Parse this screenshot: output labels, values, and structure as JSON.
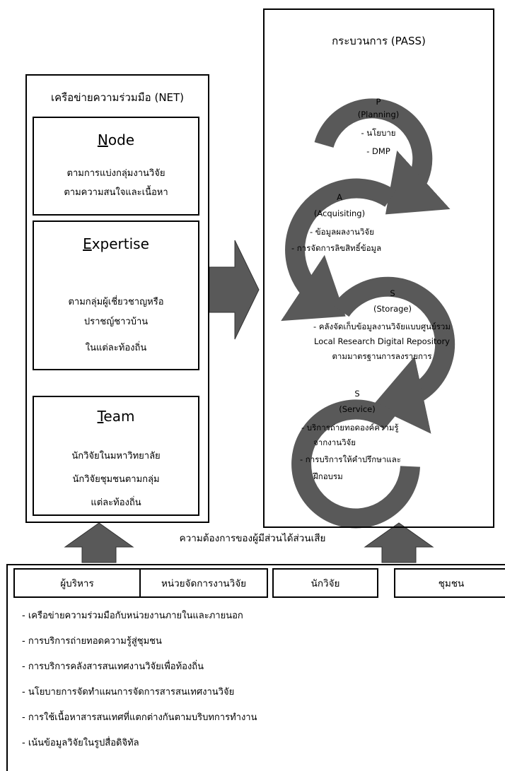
{
  "net": {
    "title": "เครือข่ายความร่วมมือ (NET)",
    "node": {
      "letter": "N",
      "rest": "ode",
      "lines": [
        "ตามการแบ่งกลุ่มงานวิจัย",
        "ตามความสนใจและเนื้อหา"
      ]
    },
    "expertise": {
      "letter": "E",
      "rest": "xpertise",
      "lines": [
        "ตามกลุ่มผู้เชี่ยวชาญหรือ",
        "ปราชญ์ชาวบ้าน",
        "ในแต่ละท้องถิ่น"
      ]
    },
    "team": {
      "letter": "T",
      "rest": "eam",
      "lines": [
        "นักวิจัยในมหาวิทยาลัย",
        "นักวิจัยชุมชนตามกลุ่ม",
        "แต่ละท้องถิ่น"
      ]
    }
  },
  "pass": {
    "title": "กระบวนการ (PASS)",
    "p": {
      "letter": "P",
      "name": "(Planning)",
      "items": [
        "- นโยบาย",
        "- DMP"
      ]
    },
    "a": {
      "letter": "A",
      "name": "(Acquisiting)",
      "items": [
        "- ข้อมูลผลงานวิจัย",
        "- การจัดการลิขสิทธิ์ข้อมูล"
      ]
    },
    "s1": {
      "letter": "S",
      "name": "(Storage)",
      "items": [
        "- คลังจัดเก็บข้อมูลงานวิจัยแบบศูนย์รวม",
        "Local Research Digital Repository",
        "ตามมาตรฐานการลงรายการ"
      ]
    },
    "s2": {
      "letter": "S",
      "name": "(Service)",
      "items": [
        "- บริการถ่ายทอดองค์ความรู้",
        "จากงานวิจัย",
        "- การบริการให้คำปรึกษาและ",
        "ฝึกอบรม"
      ]
    }
  },
  "stakeholders": {
    "title": "ความต้องการของผู้มีส่วนได้ส่วนเสีย",
    "groups": [
      "ผู้บริหาร",
      "หน่วยจัดการงานวิจัย",
      "นักวิจัย",
      "ชุมชน"
    ],
    "needs": [
      "- เครือข่ายความร่วมมือกับหน่วยงานภายในและภายนอก",
      "- การบริการถ่ายทอดความรู้สู่ชุมชน",
      "- การบริการคลังสารสนเทศงานวิจัยเพื่อท้องถิ่น",
      "- นโยบายการจัดทำแผนการจัดการสารสนเทศงานวิจัย",
      "- การใช้เนื้อหาสารสนเทศที่แตกต่างกันตามบริบทการทำงาน",
      "- เน้นข้อมูลวิจัยในรูปสื่อดิจิทัล"
    ]
  },
  "colors": {
    "arrow": "#595959",
    "border": "#000000"
  }
}
